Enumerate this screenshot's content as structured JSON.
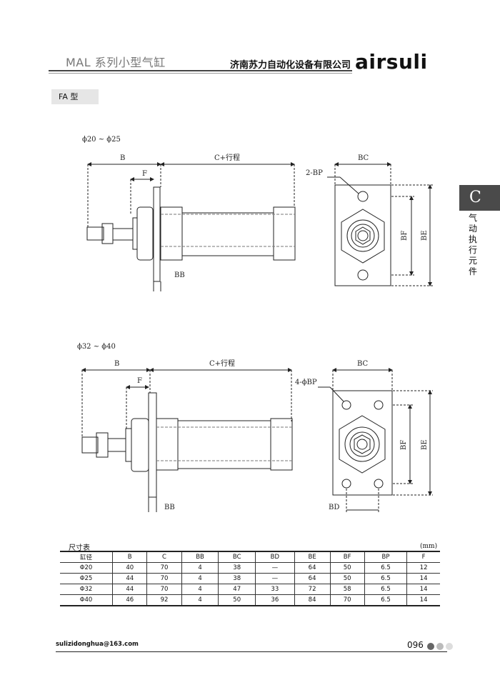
{
  "header": {
    "series_title": "MAL 系列小型气缸",
    "company": "济南苏力自动化设备有限公司",
    "brand": "airsuli"
  },
  "section_tag": "FA 型",
  "side_tab": {
    "letter": "C",
    "text": "气动执行元件"
  },
  "diagram1": {
    "size_label": "ϕ20 ~ ϕ25",
    "B": "B",
    "F": "F",
    "C_stroke": "C+行程",
    "BB": "BB",
    "BC": "BC",
    "hole": "2-BP",
    "BF": "BF",
    "BE": "BE"
  },
  "diagram2": {
    "size_label": "ϕ32 ~ ϕ40",
    "B": "B",
    "F": "F",
    "C_stroke": "C+行程",
    "BB": "BB",
    "BC": "BC",
    "hole": "4-ϕBP",
    "BF": "BF",
    "BE": "BE",
    "BD": "BD"
  },
  "table": {
    "title": "尺寸表",
    "unit": "(mm)",
    "headers": [
      "缸径",
      "B",
      "C",
      "BB",
      "BC",
      "BD",
      "BE",
      "BF",
      "BP",
      "F"
    ],
    "rows": [
      [
        "Φ20",
        "40",
        "70",
        "4",
        "38",
        "—",
        "64",
        "50",
        "6.5",
        "12"
      ],
      [
        "Φ25",
        "44",
        "70",
        "4",
        "38",
        "—",
        "64",
        "50",
        "6.5",
        "14"
      ],
      [
        "Φ32",
        "44",
        "70",
        "4",
        "47",
        "33",
        "72",
        "58",
        "6.5",
        "14"
      ],
      [
        "Φ40",
        "46",
        "92",
        "4",
        "50",
        "36",
        "84",
        "70",
        "6.5",
        "14"
      ]
    ]
  },
  "footer": {
    "email": "sulizidonghua@163.com",
    "page": "096",
    "dot_colors": [
      "#666666",
      "#bbbbbb",
      "#dddddd"
    ]
  }
}
